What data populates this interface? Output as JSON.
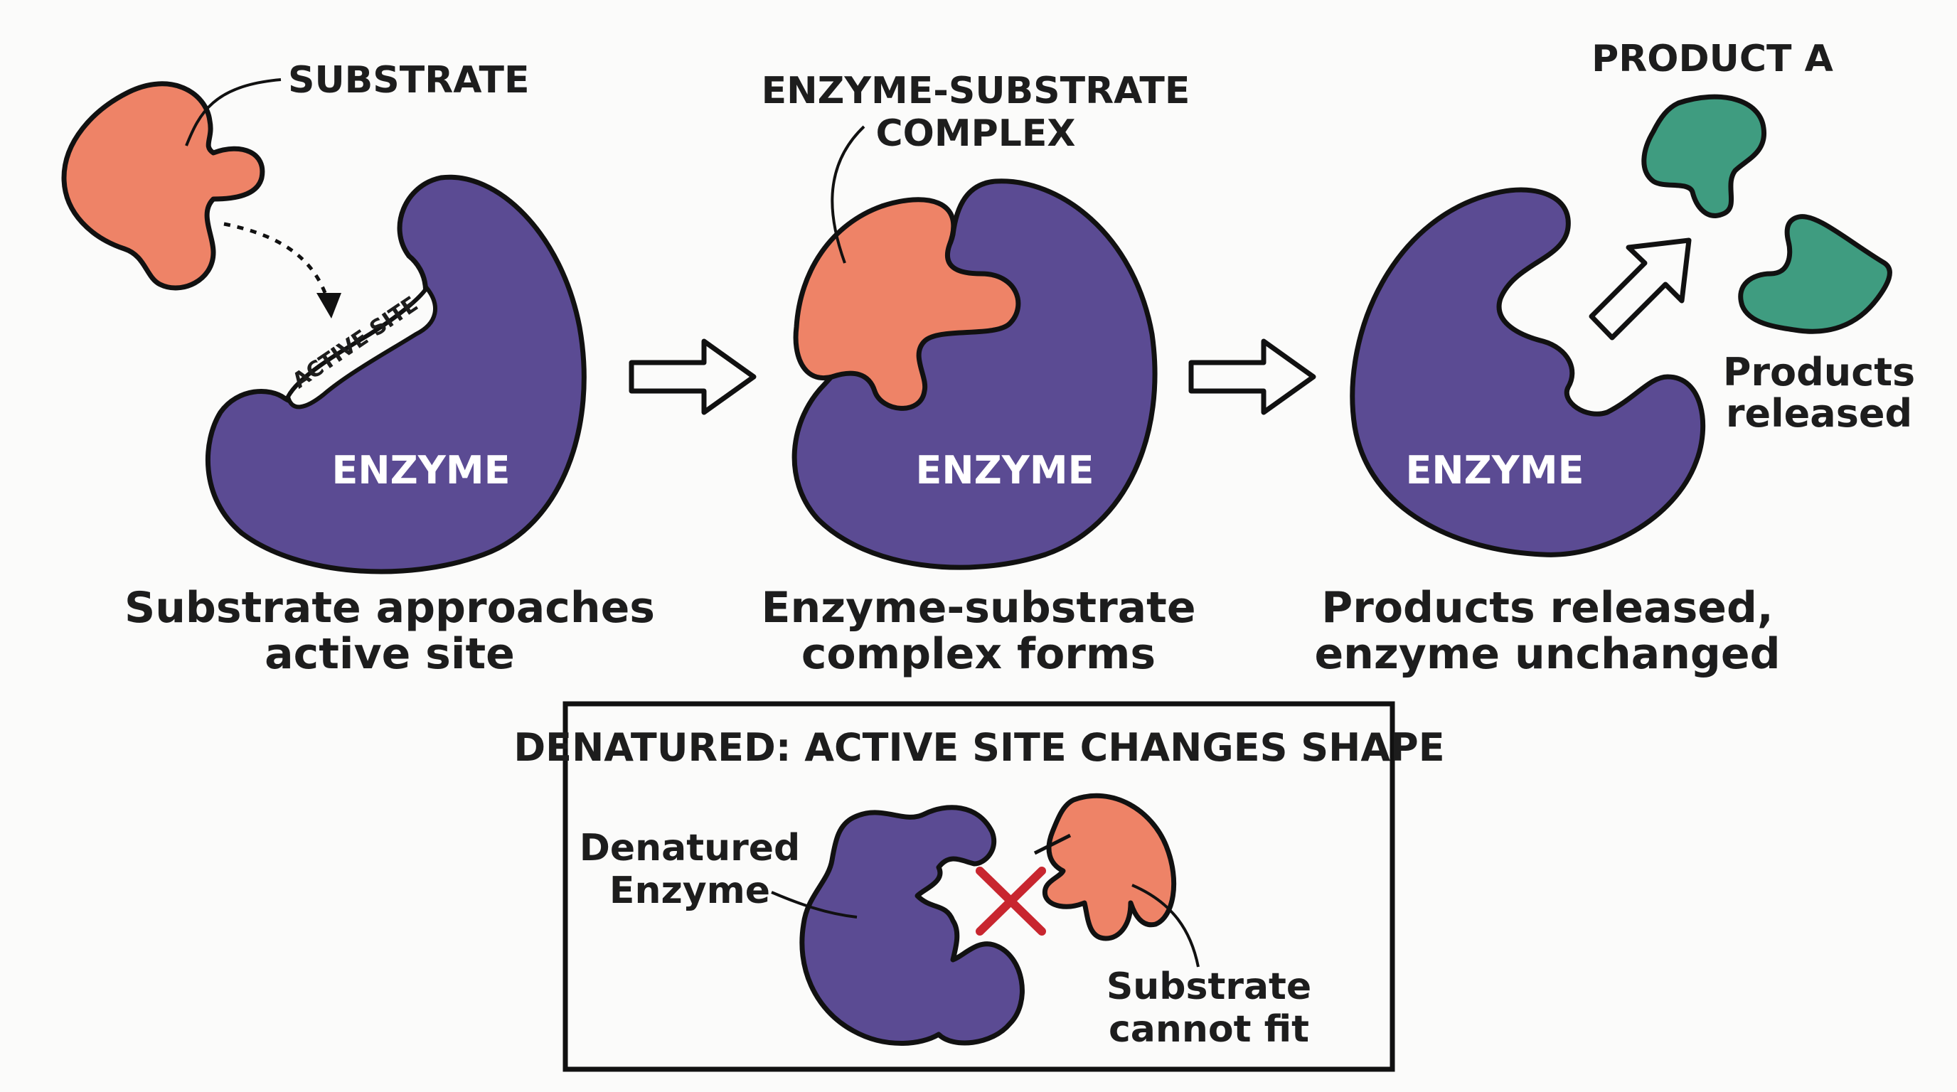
{
  "colors": {
    "enzyme": "#5b4b93",
    "substrate": "#ee8367",
    "product": "#3f9c80",
    "cross": "#c8262f",
    "outline": "#111111",
    "background": "#fbfbfa"
  },
  "stage1": {
    "substrate_label": "SUBSTRATE",
    "active_site_label": "ACTIVE SITE",
    "enzyme_label": "ENZYME",
    "caption_line1": "Substrate approaches",
    "caption_line2": "active site"
  },
  "stage2": {
    "complex_label_line1": "ENZYME-SUBSTRATE",
    "complex_label_line2": "COMPLEX",
    "enzyme_label": "ENZYME",
    "caption_line1": "Enzyme-substrate",
    "caption_line2": "complex forms"
  },
  "stage3": {
    "product_label": "PRODUCT A",
    "released_line1": "Products",
    "released_line2": "released",
    "enzyme_label": "ENZYME",
    "caption_line1": "Products released,",
    "caption_line2": "enzyme unchanged"
  },
  "denatured_panel": {
    "title": "DENATURED: ACTIVE SITE CHANGES SHAPE",
    "enzyme_label_line1": "Denatured",
    "enzyme_label_line2": "Enzyme",
    "substrate_label_line1": "Substrate",
    "substrate_label_line2": "cannot fit"
  },
  "icons": {
    "arrow": "right-arrow-icon",
    "release_arrow": "diagonal-arrow-icon",
    "mismatch": "cross-mark-icon"
  }
}
